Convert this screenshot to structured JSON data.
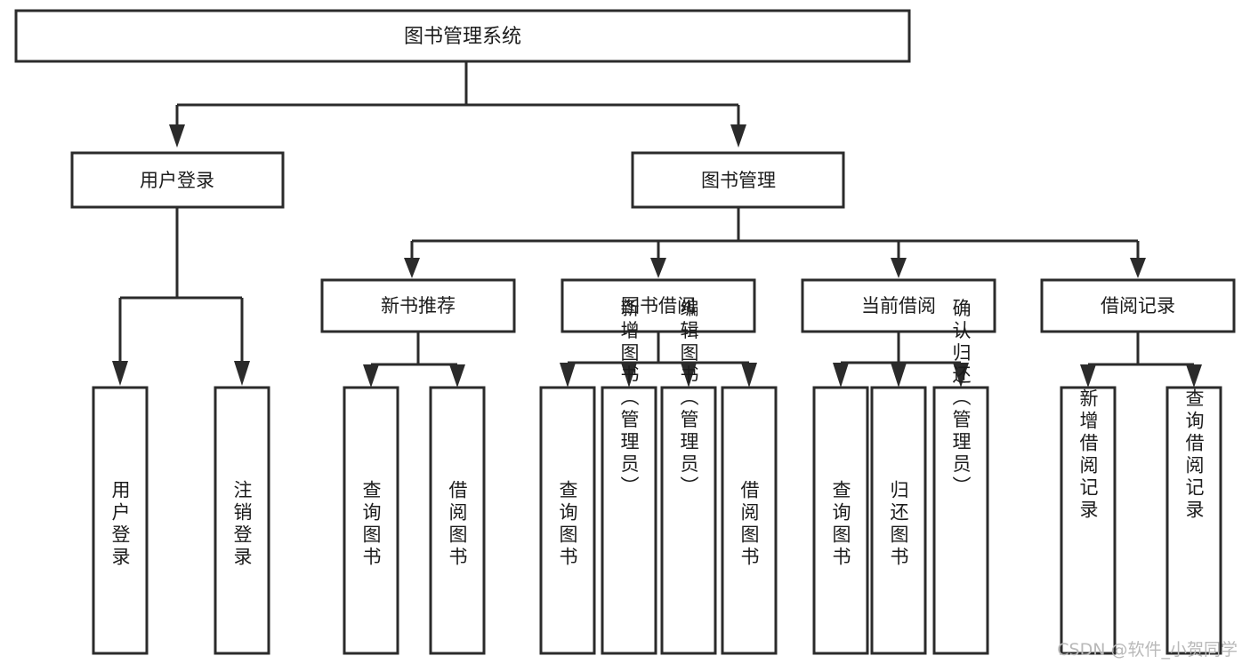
{
  "diagram": {
    "title": "图书管理系统",
    "type": "tree",
    "colors": {
      "box_stroke": "#2b2b2b",
      "box_fill": "#ffffff",
      "connector": "#2b2b2b",
      "text": "#1c1c1c",
      "watermark": "#b9b9b9",
      "background": "#ffffff"
    },
    "root": {
      "label": "图书管理系统",
      "orientation": "horizontal"
    },
    "level1": [
      {
        "label": "用户登录",
        "orientation": "horizontal"
      },
      {
        "label": "图书管理",
        "orientation": "horizontal"
      }
    ],
    "level2": [
      {
        "label": "新书推荐",
        "orientation": "horizontal",
        "parent": "图书管理"
      },
      {
        "label": "图书借阅",
        "orientation": "horizontal",
        "parent": "图书管理"
      },
      {
        "label": "当前借阅",
        "orientation": "horizontal",
        "parent": "图书管理"
      },
      {
        "label": "借阅记录",
        "orientation": "horizontal",
        "parent": "图书管理"
      }
    ],
    "leaves": {
      "用户登录": [
        {
          "label": "用户登录",
          "orientation": "vertical"
        },
        {
          "label": "注销登录",
          "orientation": "vertical"
        }
      ],
      "新书推荐": [
        {
          "label": "查询图书",
          "orientation": "vertical"
        },
        {
          "label": "借阅图书",
          "orientation": "vertical"
        }
      ],
      "图书借阅": [
        {
          "label": "查询图书",
          "orientation": "vertical"
        },
        {
          "label": "新增图书（管理员）",
          "orientation": "vertical"
        },
        {
          "label": "编辑图书（管理员）",
          "orientation": "vertical"
        },
        {
          "label": "借阅图书",
          "orientation": "vertical"
        }
      ],
      "当前借阅": [
        {
          "label": "查询图书",
          "orientation": "vertical"
        },
        {
          "label": "归还图书",
          "orientation": "vertical"
        },
        {
          "label": "确认归还（管理员）",
          "orientation": "vertical"
        }
      ],
      "借阅记录": [
        {
          "label": "新增借阅记录",
          "orientation": "vertical"
        },
        {
          "label": "查询借阅记录",
          "orientation": "vertical"
        }
      ]
    }
  },
  "watermark": {
    "text": "CSDN @软件_小贺同学"
  }
}
